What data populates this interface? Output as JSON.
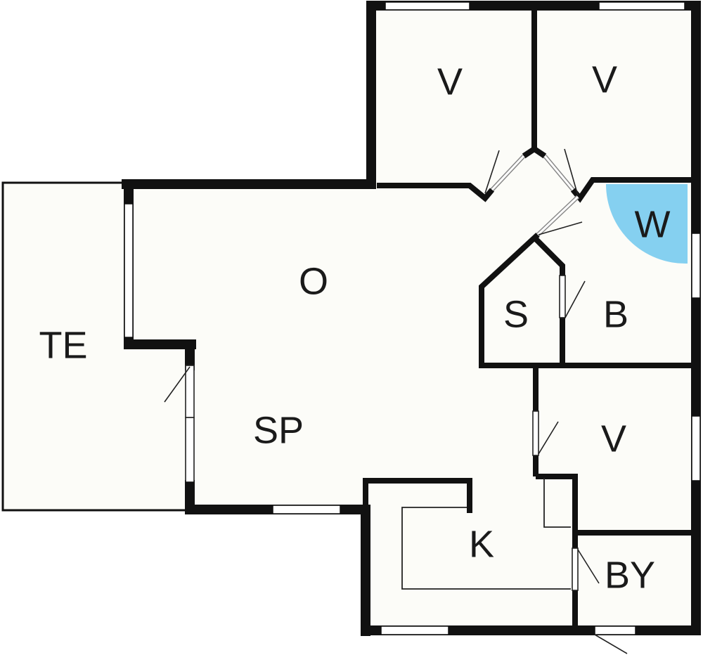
{
  "floor_plan": {
    "rooms": [
      {
        "key": "terrace",
        "label": "TE"
      },
      {
        "key": "living",
        "label": "O"
      },
      {
        "key": "dining",
        "label": "SP"
      },
      {
        "key": "bedroom_top_left",
        "label": "V"
      },
      {
        "key": "bedroom_top_right",
        "label": "V"
      },
      {
        "key": "bedroom_lower_right",
        "label": "V"
      },
      {
        "key": "storage",
        "label": "S"
      },
      {
        "key": "bathroom",
        "label": "B"
      },
      {
        "key": "wardrobe",
        "label": "W"
      },
      {
        "key": "kitchen",
        "label": "K"
      },
      {
        "key": "utility",
        "label": "BY"
      }
    ],
    "colors": {
      "wall": "#111111",
      "floor": "#fcfcf8",
      "wardrobe_fill": "#85d0f0",
      "line": "#222222"
    }
  }
}
